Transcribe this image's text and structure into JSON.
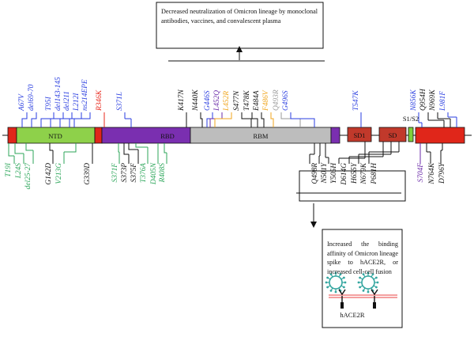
{
  "top_box": {
    "text": "Decreased neutralization of Omicron lineage by monoclonal antibodies, vaccines, and convalescent plasma"
  },
  "bottom_box": {
    "text": "Increased the binding affinity of Omicron lineage spike to hACE2R, or increased cell-cell fusion"
  },
  "receptor_label": "hACE2R",
  "colors": {
    "black": "#111111",
    "blue": "#2a3ee0",
    "red": "#e8271b",
    "green": "#2ca65a",
    "purple": "#6a2aa8",
    "orange": "#f0a51c",
    "gray": "#9a9a9a",
    "ntd_fill": "#8ed14a",
    "rbd_fill": "#7a2fb0",
    "rbm_fill": "#bdbdbd",
    "sd_fill": "#c1392b",
    "term_fill": "#e0261a",
    "s1s2_fill": "#7ed03a",
    "virus": "#35a6a0"
  },
  "domains": [
    {
      "label": "NTD"
    },
    {
      "label": "RBD"
    },
    {
      "label": "RBM"
    },
    {
      "label": "SD1"
    },
    {
      "label": "SD"
    },
    {
      "label": "S1/S2"
    }
  ],
  "mutations_above": [
    {
      "text": "A67V",
      "color": "blue"
    },
    {
      "text": "del69-70",
      "color": "blue"
    },
    {
      "text": "T95I",
      "color": "blue"
    },
    {
      "text": "del143-145",
      "color": "blue"
    },
    {
      "text": "del211",
      "color": "blue"
    },
    {
      "text": "L212I",
      "color": "blue"
    },
    {
      "text": "ns214EPE",
      "color": "blue"
    },
    {
      "text": "R346K",
      "color": "red"
    },
    {
      "text": "S371L",
      "color": "blue"
    },
    {
      "text": "K417N",
      "color": "black"
    },
    {
      "text": "N440K",
      "color": "black"
    },
    {
      "text": "G446S",
      "color": "blue"
    },
    {
      "text": "L452Q",
      "color": "purple"
    },
    {
      "text": "L452R",
      "color": "orange"
    },
    {
      "text": "S477N",
      "color": "black"
    },
    {
      "text": "T478K",
      "color": "black"
    },
    {
      "text": "E484A",
      "color": "black"
    },
    {
      "text": "F486V",
      "color": "orange"
    },
    {
      "text": "Q493R",
      "color": "gray"
    },
    {
      "text": "G496S",
      "color": "blue"
    },
    {
      "text": "T547K",
      "color": "blue"
    },
    {
      "text": "N856K",
      "color": "blue"
    },
    {
      "text": "Q954H",
      "color": "black"
    },
    {
      "text": "N969K",
      "color": "black"
    },
    {
      "text": "L981F",
      "color": "blue"
    }
  ],
  "mutations_below": [
    {
      "text": "T19I",
      "color": "green"
    },
    {
      "text": "L24S",
      "color": "green"
    },
    {
      "text": "del25-27",
      "color": "green"
    },
    {
      "text": "G142D",
      "color": "black"
    },
    {
      "text": "V213G",
      "color": "green"
    },
    {
      "text": "G339D",
      "color": "black"
    },
    {
      "text": "S371F",
      "color": "green"
    },
    {
      "text": "S373P",
      "color": "black"
    },
    {
      "text": "S375F",
      "color": "black"
    },
    {
      "text": "T376A",
      "color": "green"
    },
    {
      "text": "D405N",
      "color": "green"
    },
    {
      "text": "R408S",
      "color": "green"
    },
    {
      "text": "Q498R",
      "color": "black"
    },
    {
      "text": "N501Y",
      "color": "black"
    },
    {
      "text": "Y505H",
      "color": "black"
    },
    {
      "text": "D614G",
      "color": "black"
    },
    {
      "text": "H655Y",
      "color": "black"
    },
    {
      "text": "N679K",
      "color": "black"
    },
    {
      "text": "P681H",
      "color": "black"
    },
    {
      "text": "S704F",
      "color": "purple"
    },
    {
      "text": "N764K",
      "color": "black"
    },
    {
      "text": "D796Y",
      "color": "black"
    }
  ]
}
